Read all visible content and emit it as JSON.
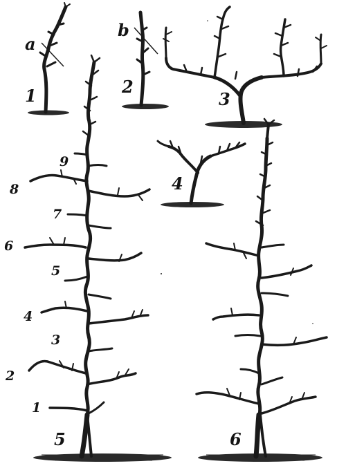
{
  "figures": [
    {
      "id": "fig-1",
      "label": "1",
      "cut_label": "a"
    },
    {
      "id": "fig-2",
      "label": "2",
      "cut_label": "b"
    },
    {
      "id": "fig-3",
      "label": "3"
    },
    {
      "id": "fig-4",
      "label": "4"
    },
    {
      "id": "fig-5",
      "label": "5",
      "tier_labels": [
        "1",
        "2",
        "3",
        "4",
        "5",
        "6",
        "7",
        "8",
        "9"
      ]
    },
    {
      "id": "fig-6",
      "label": "6"
    }
  ],
  "colors": {
    "ink": "#1a1a1a",
    "paper": "#ffffff"
  }
}
